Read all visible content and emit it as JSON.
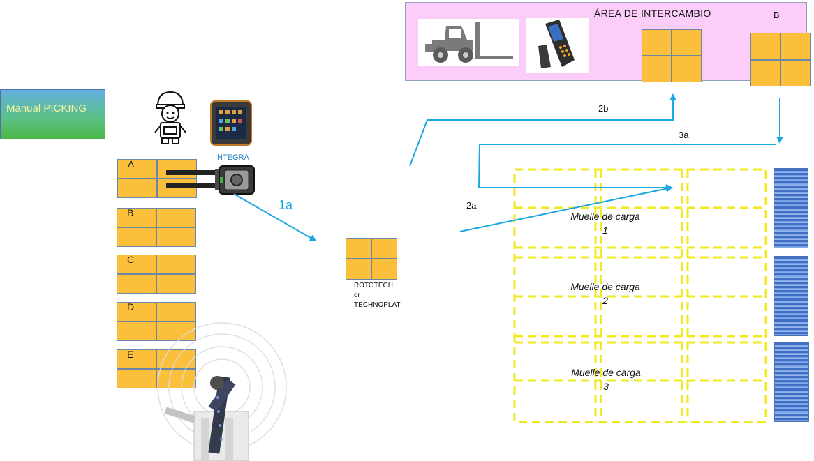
{
  "manual_picking": {
    "label": "Manual PICKING"
  },
  "integra": {
    "label": "INTEGRA"
  },
  "pallet_rows": [
    {
      "label": "A"
    },
    {
      "label": "B"
    },
    {
      "label": "C"
    },
    {
      "label": "D"
    },
    {
      "label": "E"
    }
  ],
  "exchange_area": {
    "title": "ÁREA DE INTERCAMBIO",
    "zone_label": "B"
  },
  "routes": {
    "r1a": "1a",
    "r2a": "2a",
    "r2b": "2b",
    "r3a": "3a"
  },
  "rototech": {
    "line1": "ROTOTECH",
    "line2": "or",
    "line3": "TECHNOPLAT"
  },
  "muelles": [
    {
      "label": "Muelle de carga",
      "number": "1"
    },
    {
      "label": "Muelle de carga",
      "number": "2"
    },
    {
      "label": "Muelle de carga",
      "number": "3"
    }
  ],
  "colors": {
    "pallet": "#fbbf3c",
    "arrow": "#1aa6e0",
    "dock_dash": "#f2ea1e",
    "exchange_bg": "#fbcdf8",
    "integra_text": "#1f7fbf",
    "route_1a": "#1aa6e0"
  },
  "icons": [
    "worker-icon",
    "tablet-icon",
    "forklift-icon",
    "handheld-scanner-icon",
    "pallet-truck-icon",
    "robot-arm-icon",
    "loading-building-icon"
  ]
}
